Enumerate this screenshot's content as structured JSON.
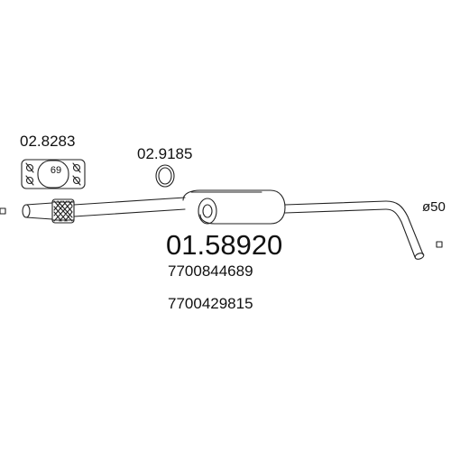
{
  "labels": {
    "clamp_code": "02.8283",
    "gasket_code": "02.9185",
    "part_number": "01.58920",
    "oe_number_1": "7700844689",
    "oe_number_2": "7700429815",
    "diameter": "ø50",
    "clamp_size": "69"
  },
  "colors": {
    "line": "#222222",
    "background": "#ffffff"
  }
}
